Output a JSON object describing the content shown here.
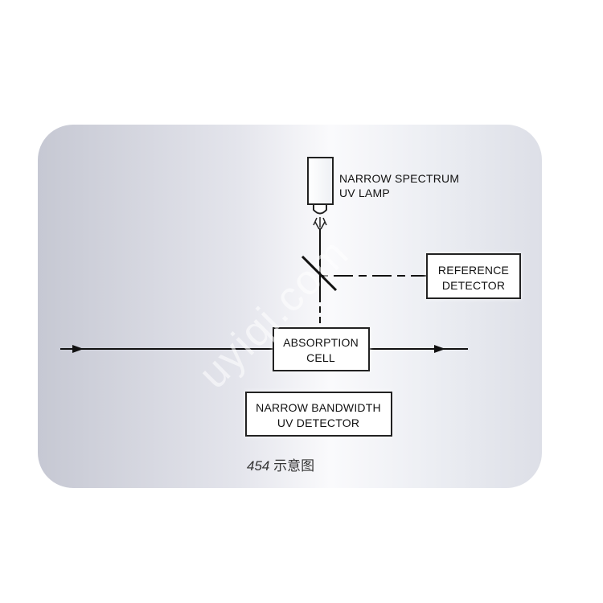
{
  "diagram": {
    "lamp_label": [
      "NARROW SPECTRUM",
      "UV LAMP"
    ],
    "reference_detector_label": [
      "REFERENCE",
      "DETECTOR"
    ],
    "absorption_cell_label": [
      "ABSORPTION",
      "CELL"
    ],
    "uv_detector_label": [
      "NARROW BANDWIDTH",
      "UV DETECTOR"
    ]
  },
  "caption": {
    "number": "454",
    "text": "示意图"
  },
  "watermark": "uyiqi.com"
}
